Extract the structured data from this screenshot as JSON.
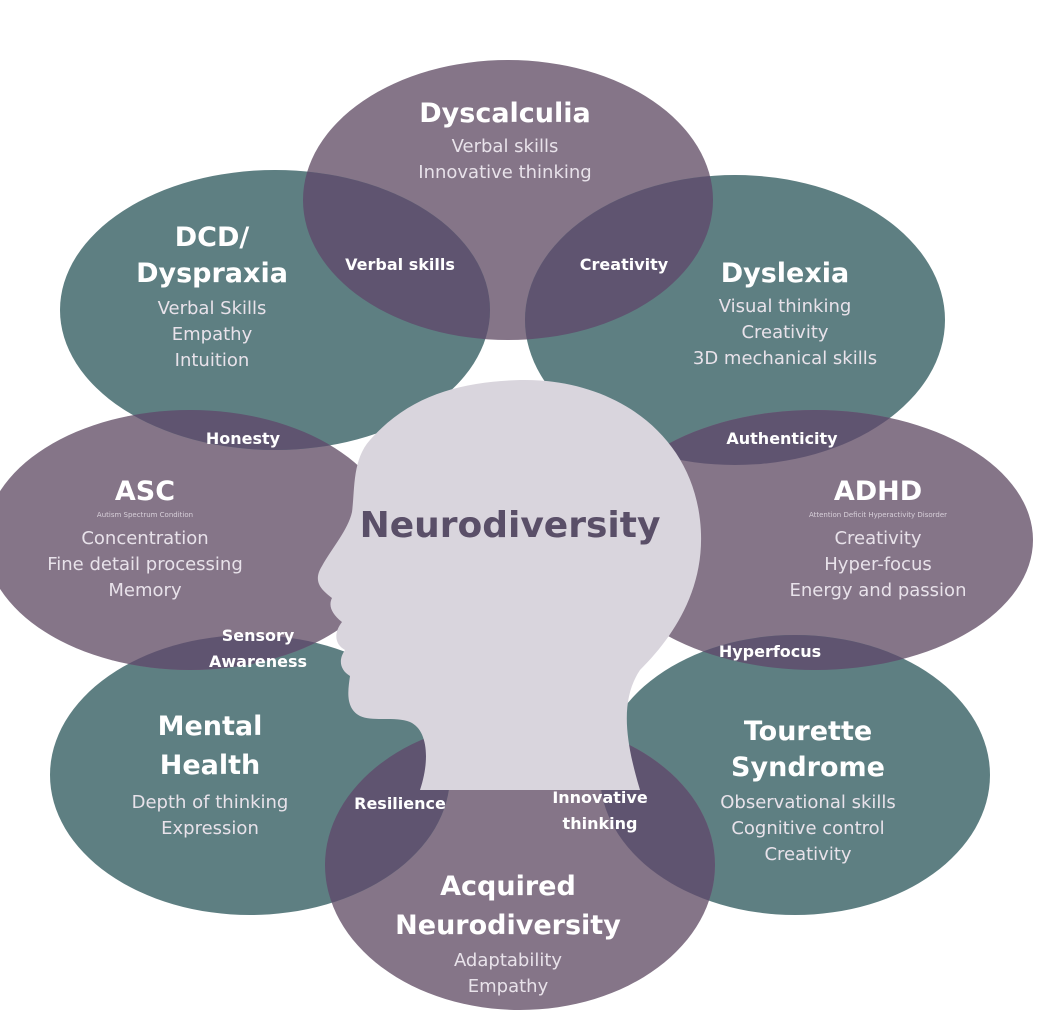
{
  "center_label": "Neurodiversity",
  "colors": {
    "teal": "#5e7f82",
    "purple": "#857588",
    "overlap": "#5f5470",
    "head": "#d9d5dd",
    "center_text": "#5a4f68"
  },
  "conditions": [
    {
      "title": [
        "Dyscalculia"
      ],
      "subtitle": "",
      "strengths": [
        "Verbal skills",
        "Innovative thinking"
      ]
    },
    {
      "title": [
        "Dyslexia"
      ],
      "subtitle": "",
      "strengths": [
        "Visual thinking",
        "Creativity",
        "3D mechanical skills"
      ]
    },
    {
      "title": [
        "ADHD"
      ],
      "subtitle": "Attention Deficit Hyperactivity Disorder",
      "strengths": [
        "Creativity",
        "Hyper-focus",
        "Energy and passion"
      ]
    },
    {
      "title": [
        "Tourette",
        "Syndrome"
      ],
      "subtitle": "",
      "strengths": [
        "Observational skills",
        "Cognitive control",
        "Creativity"
      ]
    },
    {
      "title": [
        "Acquired",
        "Neurodiversity"
      ],
      "subtitle": "",
      "strengths": [
        "Adaptability",
        "Empathy"
      ]
    },
    {
      "title": [
        "Mental",
        "Health"
      ],
      "subtitle": "",
      "strengths": [
        "Depth of thinking",
        "Expression"
      ]
    },
    {
      "title": [
        "ASC"
      ],
      "subtitle": "Autism Spectrum Condition",
      "strengths": [
        "Concentration",
        "Fine detail processing",
        "Memory"
      ]
    },
    {
      "title": [
        "DCD/",
        "Dyspraxia"
      ],
      "subtitle": "",
      "strengths": [
        "Verbal Skills",
        "Empathy",
        "Intuition"
      ]
    }
  ],
  "overlaps": [
    [
      "Creativity"
    ],
    [
      "Authenticity"
    ],
    [
      "Hyperfocus"
    ],
    [
      "Innovative",
      "thinking"
    ],
    [
      "Resilience"
    ],
    [
      "Sensory",
      "Awareness"
    ],
    [
      "Honesty"
    ],
    [
      "Verbal skills"
    ]
  ]
}
